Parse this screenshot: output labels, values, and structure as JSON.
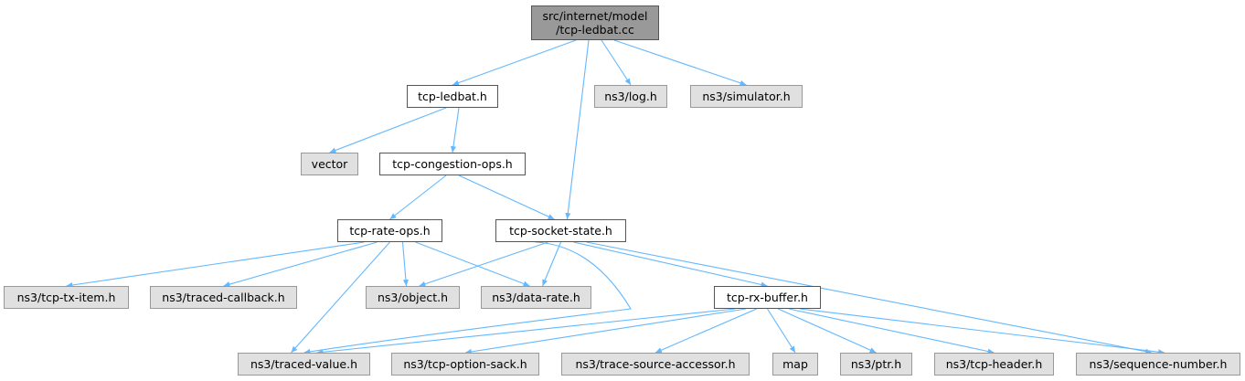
{
  "graph": {
    "edge_color": "#63b8ff",
    "nodes": {
      "root": {
        "lines": [
          "src/internet/model",
          "/tcp-ledbat.cc"
        ],
        "kind": "root"
      },
      "ledbat": {
        "lines": [
          "tcp-ledbat.h"
        ],
        "kind": "local"
      },
      "log": {
        "lines": [
          "ns3/log.h"
        ],
        "kind": "ext"
      },
      "simulator": {
        "lines": [
          "ns3/simulator.h"
        ],
        "kind": "ext"
      },
      "vector": {
        "lines": [
          "vector"
        ],
        "kind": "ext"
      },
      "congestion": {
        "lines": [
          "tcp-congestion-ops.h"
        ],
        "kind": "local"
      },
      "rateops": {
        "lines": [
          "tcp-rate-ops.h"
        ],
        "kind": "local"
      },
      "socketstate": {
        "lines": [
          "tcp-socket-state.h"
        ],
        "kind": "local"
      },
      "txitem": {
        "lines": [
          "ns3/tcp-tx-item.h"
        ],
        "kind": "ext"
      },
      "tracedcallback": {
        "lines": [
          "ns3/traced-callback.h"
        ],
        "kind": "ext"
      },
      "object": {
        "lines": [
          "ns3/object.h"
        ],
        "kind": "ext"
      },
      "datarate": {
        "lines": [
          "ns3/data-rate.h"
        ],
        "kind": "ext"
      },
      "rxbuffer": {
        "lines": [
          "tcp-rx-buffer.h"
        ],
        "kind": "local"
      },
      "tracedvalue": {
        "lines": [
          "ns3/traced-value.h"
        ],
        "kind": "ext"
      },
      "optionsack": {
        "lines": [
          "ns3/tcp-option-sack.h"
        ],
        "kind": "ext"
      },
      "tsa": {
        "lines": [
          "ns3/trace-source-accessor.h"
        ],
        "kind": "ext"
      },
      "map": {
        "lines": [
          "map"
        ],
        "kind": "ext"
      },
      "ptr": {
        "lines": [
          "ns3/ptr.h"
        ],
        "kind": "ext"
      },
      "tcpheader": {
        "lines": [
          "ns3/tcp-header.h"
        ],
        "kind": "ext"
      },
      "seqnum": {
        "lines": [
          "ns3/sequence-number.h"
        ],
        "kind": "ext"
      }
    },
    "edges": [
      [
        "root",
        "ledbat"
      ],
      [
        "root",
        "log"
      ],
      [
        "root",
        "simulator"
      ],
      [
        "root",
        "socketstate"
      ],
      [
        "ledbat",
        "vector"
      ],
      [
        "ledbat",
        "congestion"
      ],
      [
        "congestion",
        "rateops"
      ],
      [
        "congestion",
        "socketstate"
      ],
      [
        "rateops",
        "txitem"
      ],
      [
        "rateops",
        "tracedcallback"
      ],
      [
        "rateops",
        "object"
      ],
      [
        "rateops",
        "datarate"
      ],
      [
        "rateops",
        "tracedvalue"
      ],
      [
        "socketstate",
        "object"
      ],
      [
        "socketstate",
        "datarate"
      ],
      [
        "socketstate",
        "rxbuffer"
      ],
      [
        "socketstate",
        "seqnum"
      ],
      [
        "socketstate",
        "tracedvalue"
      ],
      [
        "rxbuffer",
        "tracedvalue"
      ],
      [
        "rxbuffer",
        "optionsack"
      ],
      [
        "rxbuffer",
        "tsa"
      ],
      [
        "rxbuffer",
        "map"
      ],
      [
        "rxbuffer",
        "ptr"
      ],
      [
        "rxbuffer",
        "tcpheader"
      ],
      [
        "rxbuffer",
        "seqnum"
      ]
    ]
  }
}
